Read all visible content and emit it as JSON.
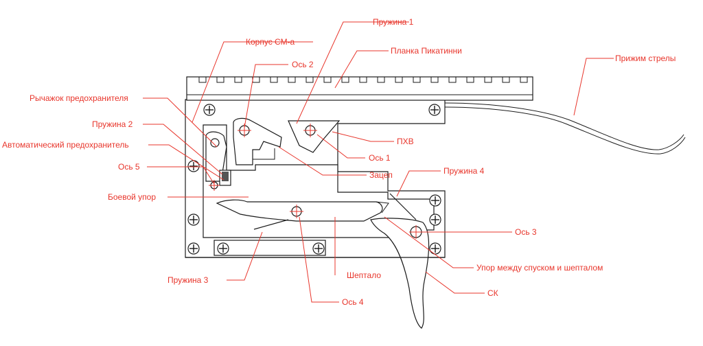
{
  "colors": {
    "label": "#e8352b",
    "outline": "#1a1a1a",
    "background": "#ffffff"
  },
  "labels": {
    "spring1": "Пружина 1",
    "korpus": "Корпус СМ-а",
    "picatinny": "Планка Пикатинни",
    "os2": "Ось 2",
    "prizhim": "Прижим стрелы",
    "rychazhok": "Рычажок предохранителя",
    "spring2": "Пружина 2",
    "auto_safety": "Автоматический предохранитель",
    "os5": "Ось 5",
    "boevoy_upor": "Боевой упор",
    "phv": "ПХВ",
    "os1": "Ось 1",
    "zatsep": "Зацеп",
    "spring4": "Пружина 4",
    "os3": "Ось 3",
    "upor_mezhdu": "Упор между спуском и шепталом",
    "spring3": "Пружина 3",
    "sheptalo": "Шептало",
    "os4": "Ось 4",
    "sk": "СК"
  }
}
